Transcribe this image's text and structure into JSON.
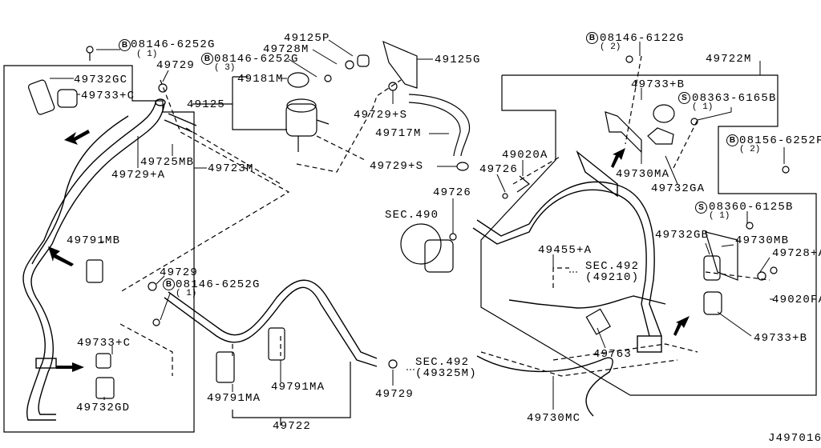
{
  "labels": {
    "b_08146_6252g_top": {
      "prefix": "B",
      "code": "08146-6252G",
      "qty": "( 1)"
    },
    "p49729_top": "49729",
    "p49732gc": "49732GC",
    "p49733c_top": "49733+C",
    "p49725mb": "49725MB",
    "p49729a": "49729+A",
    "p49723m": "49723M",
    "p49125p": "49125P",
    "p49728m": "49728M",
    "b_08146_6252g_3": {
      "prefix": "B",
      "code": "08146-6252G",
      "qty": "( 3)"
    },
    "p49181m": "49181M",
    "p49125": "49125",
    "p49125g": "49125G",
    "p49729s_1": "49729+S",
    "p49717m": "49717M",
    "p49729s_2": "49729+S",
    "b_08146_6122g": {
      "prefix": "B",
      "code": "08146-6122G",
      "qty": "( 2)"
    },
    "p49722m": "49722M",
    "p49733b_top": "49733+B",
    "s_08363_6165b": {
      "prefix": "S",
      "code": "08363-6165B",
      "qty": "( 1)"
    },
    "b_08156_6252f": {
      "prefix": "B",
      "code": "08156-6252F",
      "qty": "( 2)"
    },
    "p49020a": "49020A",
    "p49726_1": "49726",
    "p49730ma": "49730MA",
    "p49732ga": "49732GA",
    "p49726_2": "49726",
    "s_08360_6125b": {
      "prefix": "S",
      "code": "08360-6125B",
      "qty": "( 1)"
    },
    "sec490": "SEC.490",
    "p49791mb": "49791MB",
    "p49732gb": "49732GB",
    "p49730mb": "49730MB",
    "p49455a": "49455+A",
    "p49728a": "49728+A",
    "sec492_a": {
      "sec": "SEC.492",
      "ref": "(49210)"
    },
    "p49729_mid": "49729",
    "b_08146_6252g_mid": {
      "prefix": "B",
      "code": "08146-6252G",
      "qty": "( 1)"
    },
    "p49020fa": "49020FA",
    "p49733b_bot": "49733+B",
    "p49733c_bot": "49733+C",
    "p49763": "49763",
    "sec492_b": {
      "sec": "SEC.492",
      "ref": "(49325M)"
    },
    "p49791ma_1": "49791MA",
    "p49791ma_2": "49791MA",
    "p49729_bot": "49729",
    "p49732gd": "49732GD",
    "p49730mc": "49730MC",
    "p49722": "49722",
    "diagram_id": "J497016L"
  }
}
